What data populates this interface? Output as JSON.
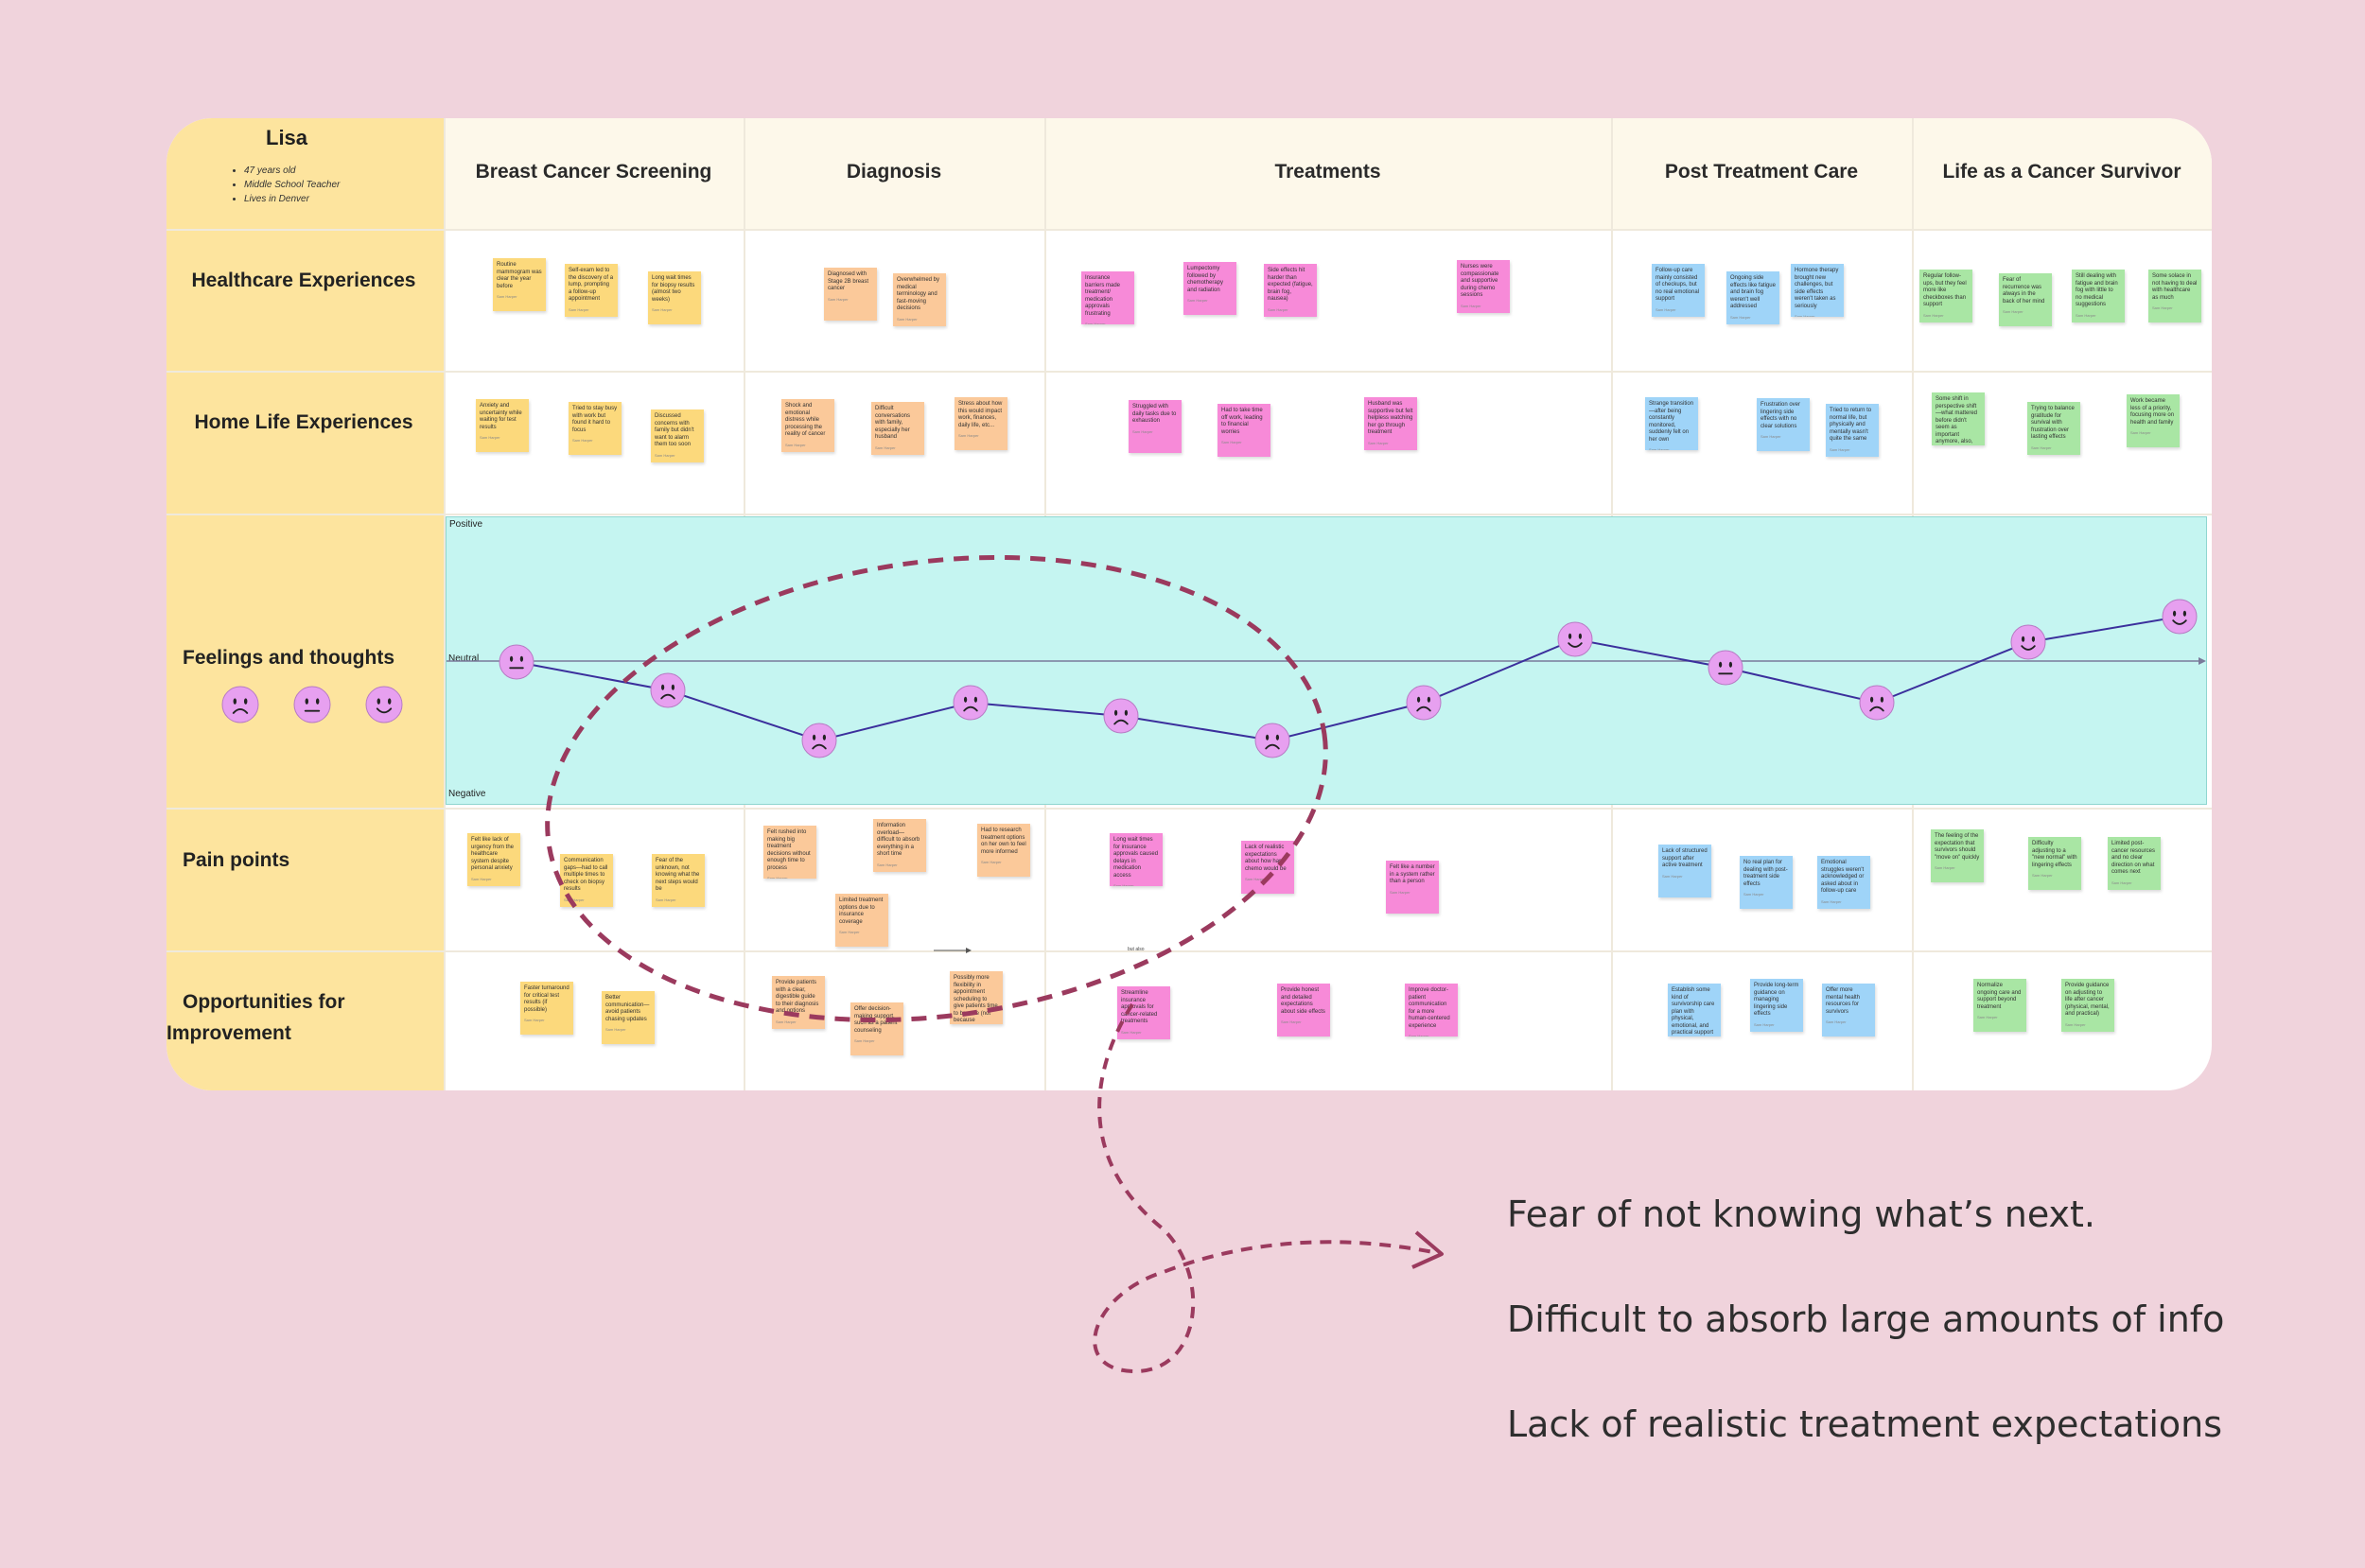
{
  "persona": {
    "name": "Lisa",
    "details": [
      "47 years old",
      "Middle School Teacher",
      "Lives in Denver"
    ]
  },
  "stages": [
    "Breast Cancer Screening",
    "Diagnosis",
    "Treatments",
    "Post Treatment Care",
    "Life as a Cancer Survivor"
  ],
  "rows": {
    "healthcare": "Healthcare Experiences",
    "home": "Home Life Experiences",
    "feelings": "Feelings and thoughts",
    "pain": "Pain points",
    "opportunities_line1": "Opportunities for",
    "opportunities_line2": "Improvement"
  },
  "feelings_chart": {
    "positive_label": "Positive",
    "neutral_label": "Neutral",
    "negative_label": "Negative",
    "moods": [
      "neutral",
      "sad",
      "sad",
      "sad",
      "sad",
      "sad",
      "sad",
      "happy",
      "neutral",
      "sad",
      "happy",
      "happy"
    ],
    "line_color": "#3b2f9c",
    "face_color": "#e7a0f0"
  },
  "legend_moods": [
    "sad",
    "neutral",
    "happy"
  ],
  "sticky_author": "Sam Harper",
  "stickies": {
    "healthcare": [
      {
        "color": "yellow",
        "text": "Routine mammogram was clear the year before"
      },
      {
        "color": "yellow",
        "text": "Self-exam led to the discovery of a lump, prompting a follow-up appointment"
      },
      {
        "color": "yellow",
        "text": "Long wait times for biopsy results (almost two weeks)"
      },
      {
        "color": "orange",
        "text": "Diagnosed with Stage 2B breast cancer"
      },
      {
        "color": "orange",
        "text": "Overwhelmed by medical terminology and fast-moving decisions"
      },
      {
        "color": "pink",
        "text": "Insurance barriers made treatment/ medication approvals frustrating"
      },
      {
        "color": "pink",
        "text": "Lumpectomy followed by chemotherapy and radiation"
      },
      {
        "color": "pink",
        "text": "Side effects hit harder than expected (fatigue, brain fog, nausea)"
      },
      {
        "color": "pink",
        "text": "Nurses were compassionate and supportive during chemo sessions"
      },
      {
        "color": "blue",
        "text": "Follow-up care mainly consisted of checkups, but no real emotional support"
      },
      {
        "color": "blue",
        "text": "Ongoing side effects like fatigue and brain fog weren't well addressed"
      },
      {
        "color": "blue",
        "text": "Hormone therapy brought new challenges, but side effects weren't taken as seriously"
      },
      {
        "color": "green",
        "text": "Regular follow-ups, but they feel more like checkboxes than support"
      },
      {
        "color": "green",
        "text": "Fear of recurrence was always in the back of her mind"
      },
      {
        "color": "green",
        "text": "Still dealing with fatigue and brain fog with little to no medical suggestions"
      },
      {
        "color": "green",
        "text": "Some solace in not having to deal with healthcare as much"
      }
    ],
    "home": [
      {
        "color": "yellow",
        "text": "Anxiety and uncertainty while waiting for test results"
      },
      {
        "color": "yellow",
        "text": "Tried to stay busy with work but found it hard to focus"
      },
      {
        "color": "yellow",
        "text": "Discussed concerns with family but didn't want to alarm them too soon"
      },
      {
        "color": "orange",
        "text": "Shock and emotional distress while processing the reality of cancer"
      },
      {
        "color": "orange",
        "text": "Difficult conversations with family, especially her husband"
      },
      {
        "color": "orange",
        "text": "Stress about how this would impact work, finances, daily life, etc..."
      },
      {
        "color": "pink",
        "text": "Struggled with daily tasks due to exhaustion"
      },
      {
        "color": "pink",
        "text": "Had to take time off work, leading to financial worries"
      },
      {
        "color": "pink",
        "text": "Husband was supportive but felt helpless watching her go through treatment"
      },
      {
        "color": "blue",
        "text": "Strange transition—after being constantly monitored, suddenly felt on her own"
      },
      {
        "color": "blue",
        "text": "Frustration over lingering side effects with no clear solutions"
      },
      {
        "color": "blue",
        "text": "Tried to return to normal life, but physically and mentally wasn't quite the same"
      },
      {
        "color": "green",
        "text": "Some shift in perspective shift —what mattered before didn't seem as important anymore, also, not taking important things for granted"
      },
      {
        "color": "green",
        "text": "Trying to balance gratitude for survival with frustration over lasting effects"
      },
      {
        "color": "green",
        "text": "Work became less of a priority, focusing more on health and family"
      }
    ],
    "pain": [
      {
        "color": "yellow",
        "text": "Felt like lack of urgency from the healthcare system despite personal anxiety"
      },
      {
        "color": "yellow",
        "text": "Communication gaps—had to call multiple times to check on biopsy results"
      },
      {
        "color": "yellow",
        "text": "Fear of the unknown, not knowing what the next steps would be"
      },
      {
        "color": "orange",
        "text": "Felt rushed into making big treatment decisions without enough time to process"
      },
      {
        "color": "orange",
        "text": "Information overload— difficult to absorb everything in a short time"
      },
      {
        "color": "orange",
        "text": "Had to research treatment options on her own to feel more informed"
      },
      {
        "color": "orange",
        "text": "Limited treatment options due to insurance coverage"
      },
      {
        "color": "pink",
        "text": "Long wait times for insurance approvals caused delays in medication access"
      },
      {
        "color": "pink",
        "text": "Lack of realistic expectations about how hard chemo would be"
      },
      {
        "color": "pink",
        "text": "Felt like a number in a system rather than a person"
      },
      {
        "color": "blue",
        "text": "Lack of structured support after active treatment"
      },
      {
        "color": "blue",
        "text": "No real plan for dealing with post-treatment side effects"
      },
      {
        "color": "blue",
        "text": "Emotional struggles weren't acknowledged or asked about in follow-up care"
      },
      {
        "color": "green",
        "text": "The feeling of the expectation that survivors should \"move on\" quickly"
      },
      {
        "color": "green",
        "text": "Difficulty adjusting to a \"new normal\" with lingering effects"
      },
      {
        "color": "green",
        "text": "Limited post-cancer resources and no clear direction on what comes next"
      }
    ],
    "pain_arrow_label": "but also",
    "opportunities": [
      {
        "color": "yellow",
        "text": "Faster turnaround for critical test results (if possible)"
      },
      {
        "color": "yellow",
        "text": "Better communication— avoid patients chasing updates"
      },
      {
        "color": "orange",
        "text": "Provide patients with a clear, digestible guide to their diagnosis and options"
      },
      {
        "color": "orange",
        "text": "Offer decision-making support, such as a patient counseling"
      },
      {
        "color": "orange",
        "text": "Possibly more flexibility in appointment scheduling to give patients time to breathe (not because hospitals need to fit everyone in their schedule)"
      },
      {
        "color": "pink",
        "text": "Streamline insurance approvals for cancer-related treatments"
      },
      {
        "color": "pink",
        "text": "Provide honest and detailed expectations about side effects"
      },
      {
        "color": "pink",
        "text": "Improve doctor-patient communication for a more human-centered experience"
      },
      {
        "color": "blue",
        "text": "Establish some kind of survivorship care plan with physical, emotional, and practical support"
      },
      {
        "color": "blue",
        "text": "Provide long-term guidance on managing lingering side effects"
      },
      {
        "color": "blue",
        "text": "Offer more mental health resources for survivors"
      },
      {
        "color": "green",
        "text": "Normalize ongoing care and support beyond treatment"
      },
      {
        "color": "green",
        "text": "Provide guidance on adjusting to life after cancer (physical, mental, and practical)"
      }
    ]
  },
  "colors": {
    "yellow": "#fcd97c",
    "orange": "#fbc99a",
    "pink": "#f78ad8",
    "blue": "#9fd4f8",
    "green": "#a9e6a4",
    "annotation": "#9b3a5e",
    "background": "#f0d3dc"
  },
  "insights": [
    "Fear of not knowing what’s next.",
    "Difficult to absorb large amounts of info",
    "Lack of realistic treatment expectations"
  ]
}
